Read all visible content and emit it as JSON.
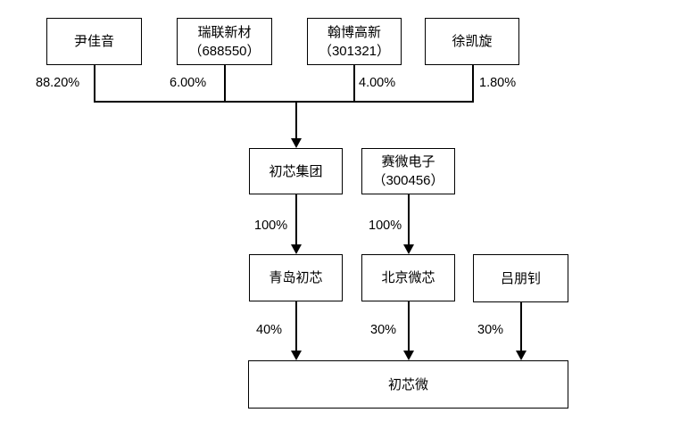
{
  "diagram_type": "equity-structure-flowchart",
  "colors": {
    "background": "#ffffff",
    "line": "#000000",
    "text": "#000000",
    "node_fill": "#ffffff",
    "node_border": "#000000"
  },
  "nodes": {
    "yin_jia_yin": {
      "label": "尹佳音",
      "ownership": "88.20%"
    },
    "ruilian_xincai": {
      "label": "瑞联新材",
      "code": "（688550）",
      "ownership": "6.00%"
    },
    "hanbo_gaoxin": {
      "label": "翰博高新",
      "code": "（301321）",
      "ownership": "4.00%"
    },
    "xu_kai_xuan": {
      "label": "徐凯旋",
      "ownership": "1.80%"
    },
    "chuxin_jituan": {
      "label": "初芯集团",
      "ownership": "100%"
    },
    "saiwei_dianzi": {
      "label": "赛微电子",
      "code": "（300456）",
      "ownership": "100%"
    },
    "qingdao_chuxin": {
      "label": "青岛初芯",
      "ownership": "40%"
    },
    "beijing_weixin": {
      "label": "北京微芯",
      "ownership": "30%"
    },
    "lv_peng_zhao": {
      "label": "吕朋钊",
      "ownership": "30%"
    },
    "chuxinwei": {
      "label": "初芯微"
    }
  },
  "edges": [
    {
      "from": "yin_jia_yin",
      "to": "chuxin_jituan",
      "label": "88.20%"
    },
    {
      "from": "ruilian_xincai",
      "to": "chuxin_jituan",
      "label": "6.00%"
    },
    {
      "from": "hanbo_gaoxin",
      "to": "chuxin_jituan",
      "label": "4.00%"
    },
    {
      "from": "xu_kai_xuan",
      "to": "chuxin_jituan",
      "label": "1.80%"
    },
    {
      "from": "chuxin_jituan",
      "to": "qingdao_chuxin",
      "label": "100%"
    },
    {
      "from": "saiwei_dianzi",
      "to": "beijing_weixin",
      "label": "100%"
    },
    {
      "from": "qingdao_chuxin",
      "to": "chuxinwei",
      "label": "40%"
    },
    {
      "from": "beijing_weixin",
      "to": "chuxinwei",
      "label": "30%"
    },
    {
      "from": "lv_peng_zhao",
      "to": "chuxinwei",
      "label": "30%"
    }
  ]
}
